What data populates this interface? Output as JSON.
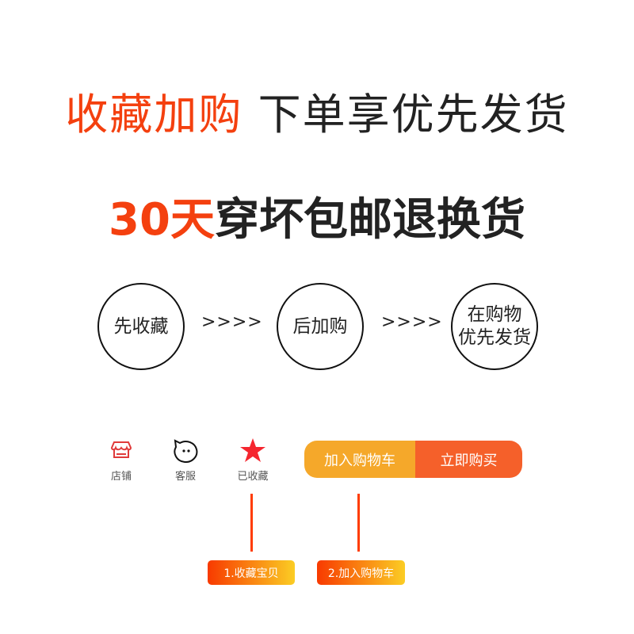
{
  "headline1": {
    "highlight": "收藏加购",
    "rest": " 下单享优先发货"
  },
  "headline2": {
    "highlight": "30天",
    "rest": "穿坏包邮退换货"
  },
  "steps": [
    {
      "lines": [
        "先收藏"
      ]
    },
    {
      "lines": [
        "后加购"
      ]
    },
    {
      "lines": [
        "在购物",
        "优先发货"
      ]
    }
  ],
  "arrow_text": ">>>>",
  "toolbar": {
    "store": "店铺",
    "service": "客服",
    "favorited": "已收藏",
    "add_cart": "加入购物车",
    "buy_now": "立即购买"
  },
  "tags": [
    "1.收藏宝贝",
    "2.加入购物车"
  ],
  "colors": {
    "accent": "#f4400f",
    "cart": "#f5a82a",
    "buy": "#f5602a",
    "star": "#f5262f"
  }
}
